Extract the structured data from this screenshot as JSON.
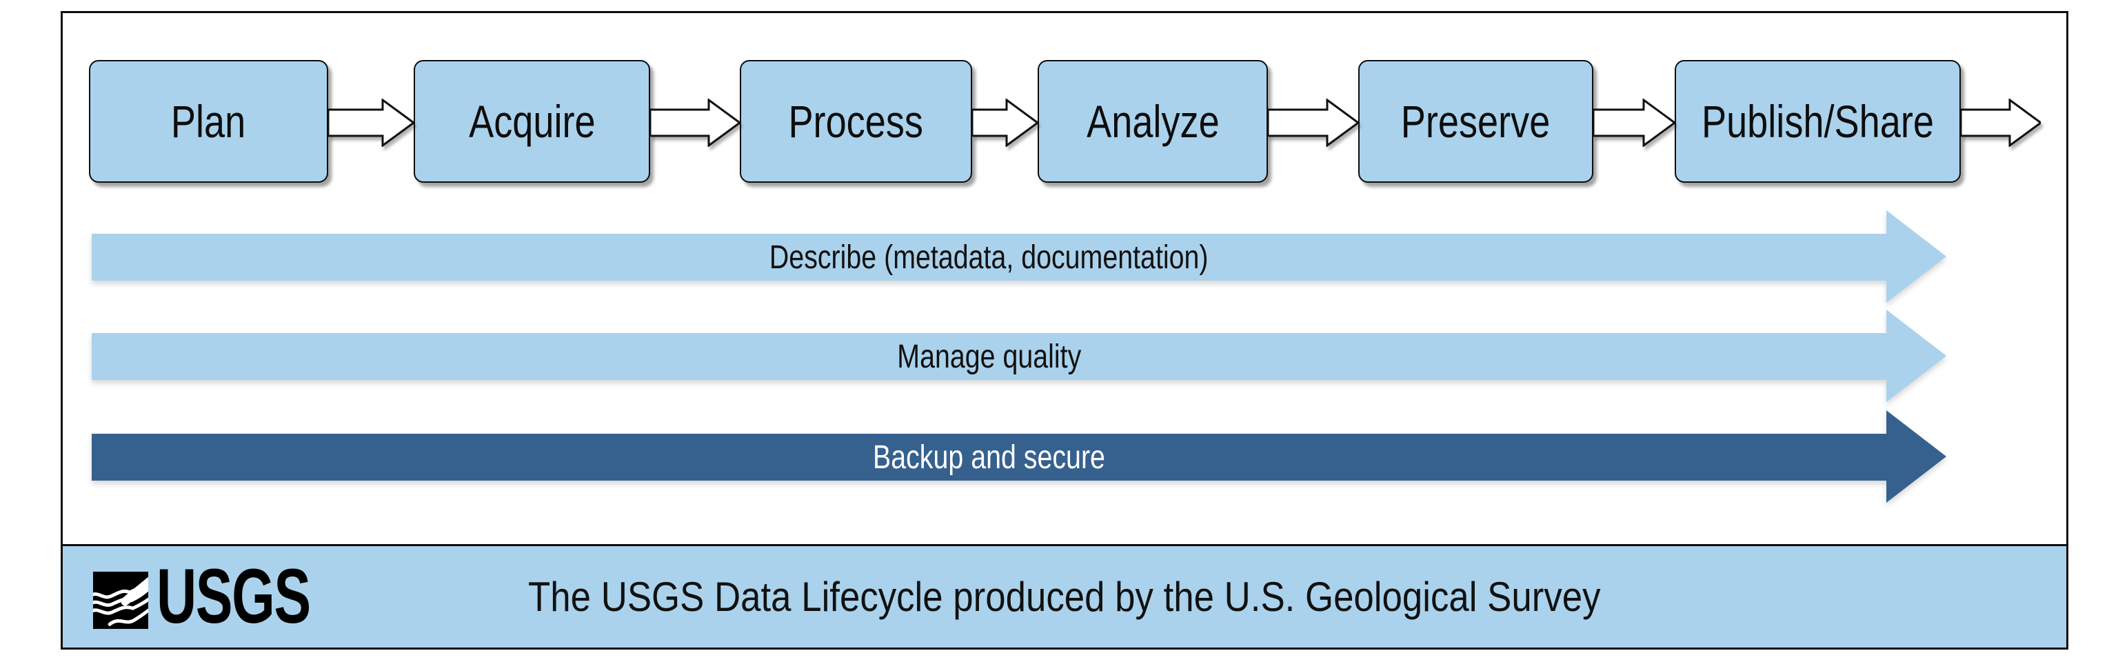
{
  "diagram": {
    "stages": [
      "Plan",
      "Acquire",
      "Process",
      "Analyze",
      "Preserve",
      "Publish/Share"
    ],
    "cross_cutting": [
      {
        "label": "Describe (metadata, documentation)",
        "tone": "light"
      },
      {
        "label": "Manage quality",
        "tone": "light"
      },
      {
        "label": "Backup and secure",
        "tone": "dark"
      }
    ]
  },
  "footer": {
    "logo": "USGS",
    "caption": "The USGS Data Lifecycle produced by the U.S. Geological Survey"
  },
  "colors": {
    "light_blue": "#aad2ec",
    "dark_blue": "#36618f",
    "ink": "#0d0d0d",
    "background": "#ffffff"
  }
}
